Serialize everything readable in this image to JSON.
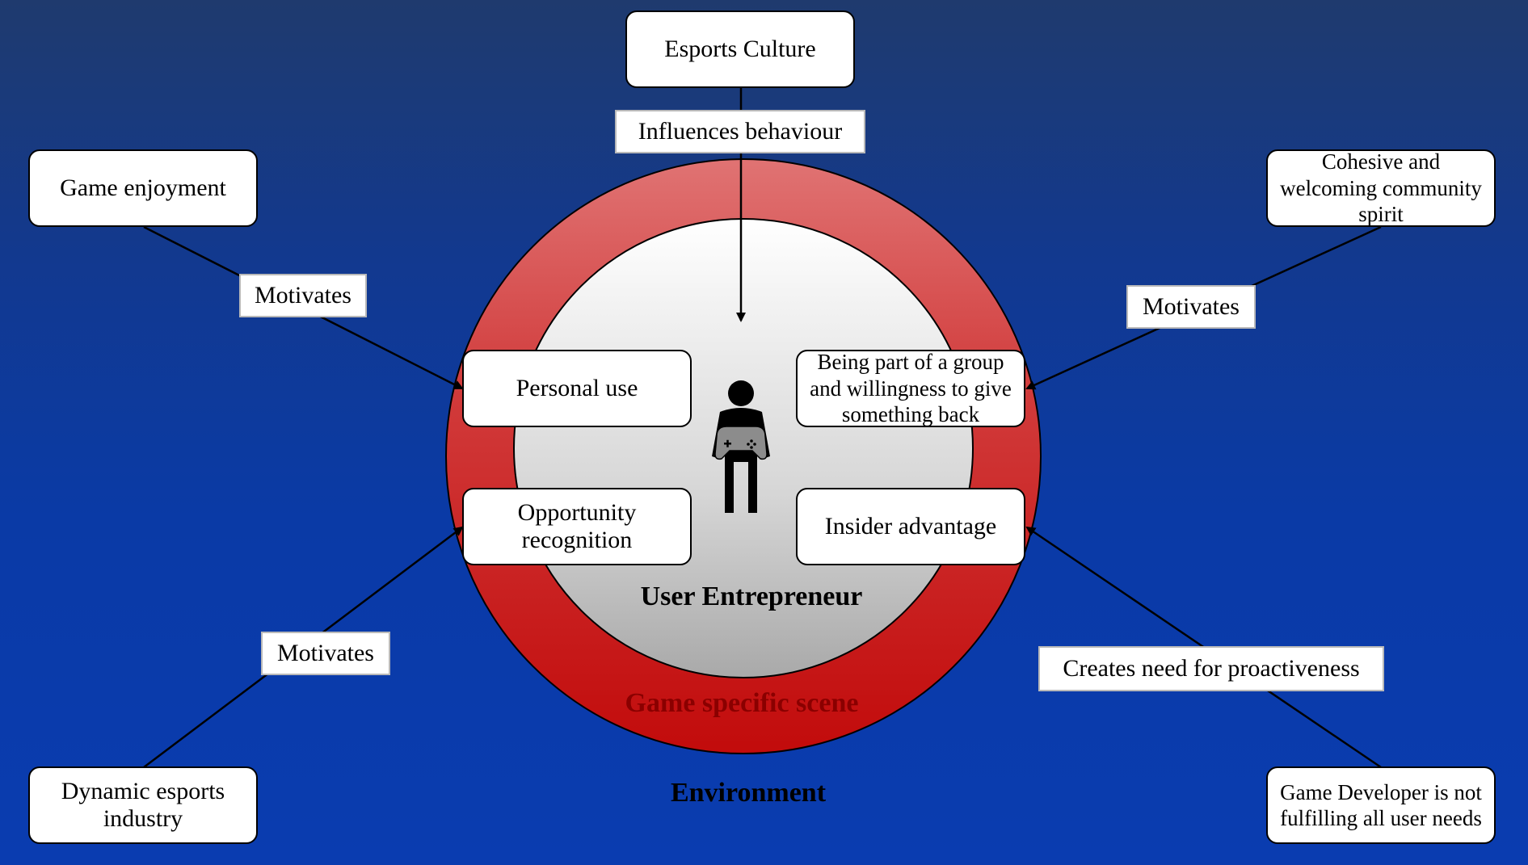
{
  "diagram": {
    "outer_top": "Esports Culture",
    "top_left": "Game enjoyment",
    "top_right": "Cohesive and welcoming community spirit",
    "bottom_left": "Dynamic esports industry",
    "bottom_right": "Game Developer is not fulfilling all user needs",
    "inner_top_left": "Personal use",
    "inner_top_right": "Being part of a group and willingness to give something back",
    "inner_bottom_left": "Opportunity recognition",
    "inner_bottom_right": "Insider advantage",
    "center_title": "User Entrepreneur",
    "ring_title": "Game specific scene",
    "environment_title": "Environment",
    "edges": {
      "top": "Influences behaviour",
      "top_left": "Motivates",
      "top_right": "Motivates",
      "bottom_left": "Motivates",
      "bottom_right": "Creates need for proactiveness"
    }
  },
  "colors": {
    "ring": "#c81414",
    "inner": "#d9d9d9",
    "ring_title": "#8a0000"
  },
  "icons": [
    "gamer-person-icon"
  ]
}
